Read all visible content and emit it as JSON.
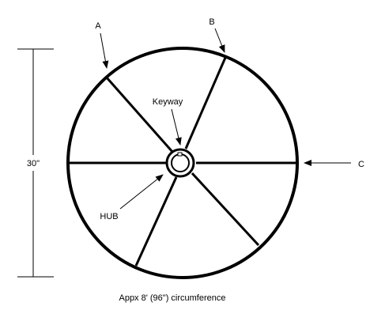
{
  "diagram": {
    "labels": {
      "a": "A",
      "b": "B",
      "c": "C",
      "keyway": "Keyway",
      "hub": "HUB",
      "diameter": "30\"",
      "caption": "Appx 8' (96\") circumference"
    },
    "spoke_count": 6,
    "colors": {
      "line": "#000000",
      "background": "#ffffff"
    }
  }
}
